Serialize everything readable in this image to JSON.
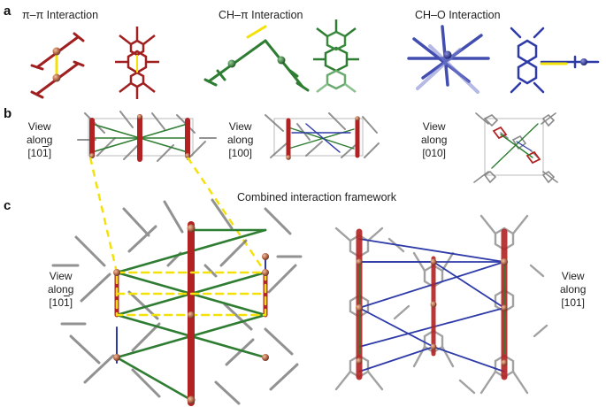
{
  "panel_a": {
    "letter": "a",
    "titles": [
      "π–π Interaction",
      "CH–π Interaction",
      "CH–O Interaction"
    ]
  },
  "panel_b": {
    "letter": "b",
    "views": [
      {
        "line1": "View",
        "line2": "along",
        "line3": "[10",
        "overbar": "1",
        "close": "]"
      },
      {
        "line1": "View",
        "line2": "along",
        "line3": "[100]"
      },
      {
        "line1": "View",
        "line2": "along",
        "line3": "[010]"
      }
    ]
  },
  "panel_c": {
    "letter": "c",
    "title": "Combined interaction framework",
    "views": [
      {
        "line1": "View",
        "line2": "along",
        "line3": "[10",
        "overbar": "1",
        "close": "]"
      },
      {
        "line1": "View",
        "line2": "along",
        "line3": "[101]"
      }
    ]
  },
  "colors": {
    "pi_pi": "#b22222",
    "ch_pi": "#2e7d32",
    "ch_o": "#2e3aa8",
    "carbon": "#888888",
    "highlight": "#f5e10a"
  },
  "icons": [
    "pi-stack-icon",
    "ch-pi-icon",
    "ch-o-icon",
    "crystal-packing-icon"
  ]
}
